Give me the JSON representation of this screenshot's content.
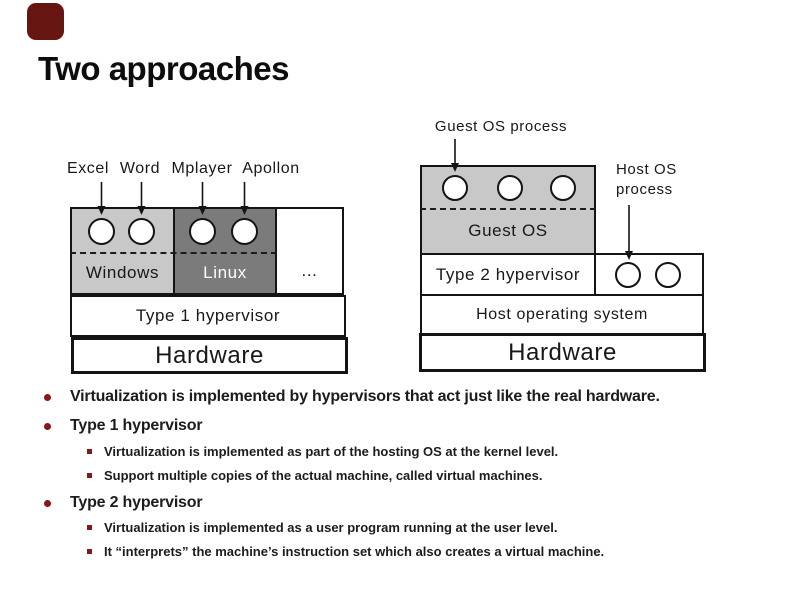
{
  "slide": {
    "title": "Two approaches"
  },
  "colors": {
    "accent_red": "#8B1515",
    "ornament_red": "#671511",
    "windows_gray": "#C8C8C8",
    "linux_gray": "#7B7B7B",
    "line_black": "#141414"
  },
  "diagram_left": {
    "app_labels": [
      "Excel",
      "Word",
      "Mplayer",
      "Apollon"
    ],
    "windows_label": "Windows",
    "linux_label": "Linux",
    "more_label": "...",
    "hypervisor_label": "Type 1 hypervisor",
    "hardware_label": "Hardware"
  },
  "diagram_right": {
    "guest_process_label": "Guest OS process",
    "host_process_label": [
      "Host OS",
      "process"
    ],
    "guest_os_label": "Guest OS",
    "hypervisor_label": "Type 2 hypervisor",
    "host_os_label": "Host operating system",
    "hardware_label": "Hardware"
  },
  "bullets": [
    {
      "level": 1,
      "text": "Virtualization is implemented by hypervisors that act just like the real hardware."
    },
    {
      "level": 1,
      "text": "Type 1 hypervisor"
    },
    {
      "level": 2,
      "text": "Virtualization is implemented as part of the hosting OS at the kernel level."
    },
    {
      "level": 2,
      "text": "Support multiple copies of the actual machine, called virtual machines."
    },
    {
      "level": 1,
      "text": "Type 2 hypervisor"
    },
    {
      "level": 2,
      "text": "Virtualization is implemented as a user program running at the user level."
    },
    {
      "level": 2,
      "text": "It “interprets” the machine’s instruction set which also creates a virtual machine."
    }
  ]
}
